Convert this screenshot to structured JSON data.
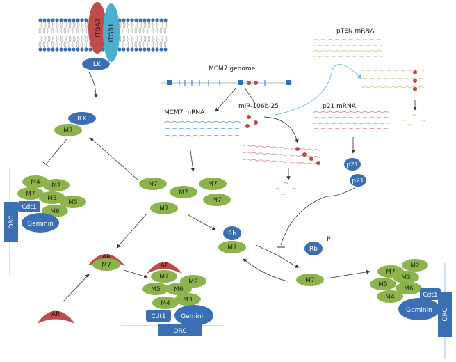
{
  "membrane": {
    "integrin_a_label": "ITGA7",
    "integrin_b_label": "ITGB1",
    "ilk_membrane_label": "ILK"
  },
  "genome": {
    "label": "MCM7 genome",
    "mirna_label": "miR-106b-25"
  },
  "mrna": {
    "mcm7_label": "MCM7 mRNA",
    "pten_label": "pTEN mRNA",
    "p21_label": "p21 mRNA"
  },
  "proteins": {
    "ilk": "ILK",
    "m7": "M7",
    "p21": "p21",
    "rb": "Rb",
    "phospho": "P",
    "ar": "AR"
  },
  "complex_left": {
    "m4": "M4",
    "m2": "M2",
    "m7": "M7",
    "m3": "M3",
    "m5": "M5",
    "m6": "M6",
    "cdt1": "Cdt1",
    "geminin": "Geminin",
    "orc": "ORC"
  },
  "complex_center": {
    "ar": "AR",
    "m7": "M7",
    "m2": "M2",
    "m5": "M5",
    "m6": "M6",
    "m4": "M4",
    "m3": "M3",
    "cdt1": "Cdt1",
    "geminin": "Geminin",
    "orc": "ORC"
  },
  "complex_right": {
    "m7": "M7",
    "m2": "M2",
    "m3": "M3",
    "m5": "M5",
    "m6": "M6",
    "m4": "M4",
    "cdt1": "Cdt1",
    "geminin": "Geminin",
    "orc": "ORC"
  },
  "colors": {
    "green": "#8db34d",
    "blue": "#3a6fb3",
    "red": "#bf4b4b",
    "cyan": "#4bb0cf",
    "mrna_blue": "#7aa7d6",
    "mrna_red": "#d49a9a",
    "mrna_gold": "#d8c9a0"
  }
}
